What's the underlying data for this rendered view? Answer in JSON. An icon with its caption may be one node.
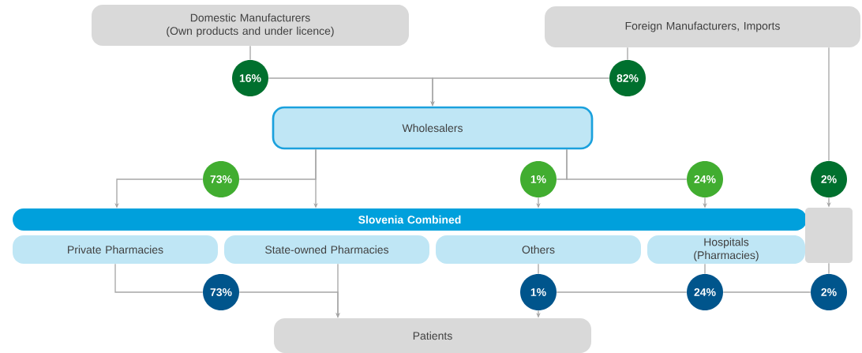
{
  "diagram": {
    "nodes": [
      {
        "text": [
          "Domestic Manufacturers",
          "(Own products and under licence)"
        ]
      },
      {
        "text": [
          "Foreign Manufacturers, Imports"
        ]
      },
      {
        "text": [
          "16%"
        ]
      },
      {
        "text": [
          "82%"
        ]
      },
      {
        "text": [
          "Wholesalers"
        ]
      },
      {
        "text": [
          "73%"
        ]
      },
      {
        "text": [
          "1%"
        ]
      },
      {
        "text": [
          "24%"
        ]
      },
      {
        "text": [
          "2%"
        ]
      },
      {
        "text": [
          "Slovenia Combined"
        ]
      },
      {
        "text": [
          "Private Pharmacies"
        ]
      },
      {
        "text": [
          "State-owned Pharmacies"
        ]
      },
      {
        "text": [
          "Others"
        ]
      },
      {
        "text": [
          "Hospitals (Pharmacies)"
        ]
      },
      {
        "text": [],
        "shape": "box"
      },
      {
        "text": [
          "73%"
        ]
      },
      {
        "text": [
          "1%"
        ]
      },
      {
        "text": [
          "24%"
        ]
      },
      {
        "text": [
          "2%"
        ]
      },
      {
        "text": [
          "Patients"
        ]
      }
    ],
    "edges": [
      {
        "from": 0,
        "to": 2,
        "arrow": "none"
      },
      {
        "from": 1,
        "to": 3,
        "arrow": "none"
      },
      {
        "from": 2,
        "to": 4,
        "arrow": "to"
      },
      {
        "from": 3,
        "to": 4,
        "arrow": "to"
      },
      {
        "from": 1,
        "to": 8,
        "arrow": "none"
      },
      {
        "from": 8,
        "to": 14,
        "arrow": "to"
      },
      {
        "from": 4,
        "to": 9,
        "arrow": "to"
      },
      {
        "from": 4,
        "to": 5,
        "arrow": "none"
      },
      {
        "from": 5,
        "to": 9,
        "arrow": "to"
      },
      {
        "from": 4,
        "to": 6,
        "arrow": "none"
      },
      {
        "from": 4,
        "to": 7,
        "arrow": "none"
      },
      {
        "from": 6,
        "to": 9,
        "arrow": "to"
      },
      {
        "from": 7,
        "to": 9,
        "arrow": "to"
      },
      {
        "from": 10,
        "to": 15,
        "arrow": "none"
      },
      {
        "from": 15,
        "to": 19,
        "arrow": "to"
      },
      {
        "from": 11,
        "to": 19,
        "arrow": "to"
      },
      {
        "from": 12,
        "to": 16,
        "arrow": "none"
      },
      {
        "from": 16,
        "to": 19,
        "arrow": "to"
      },
      {
        "from": 13,
        "to": 17,
        "arrow": "none"
      },
      {
        "from": 14,
        "to": 18,
        "arrow": "none"
      },
      {
        "from": 18,
        "to": 17,
        "arrow": "none"
      },
      {
        "from": 17,
        "to": 16,
        "arrow": "none"
      }
    ]
  }
}
